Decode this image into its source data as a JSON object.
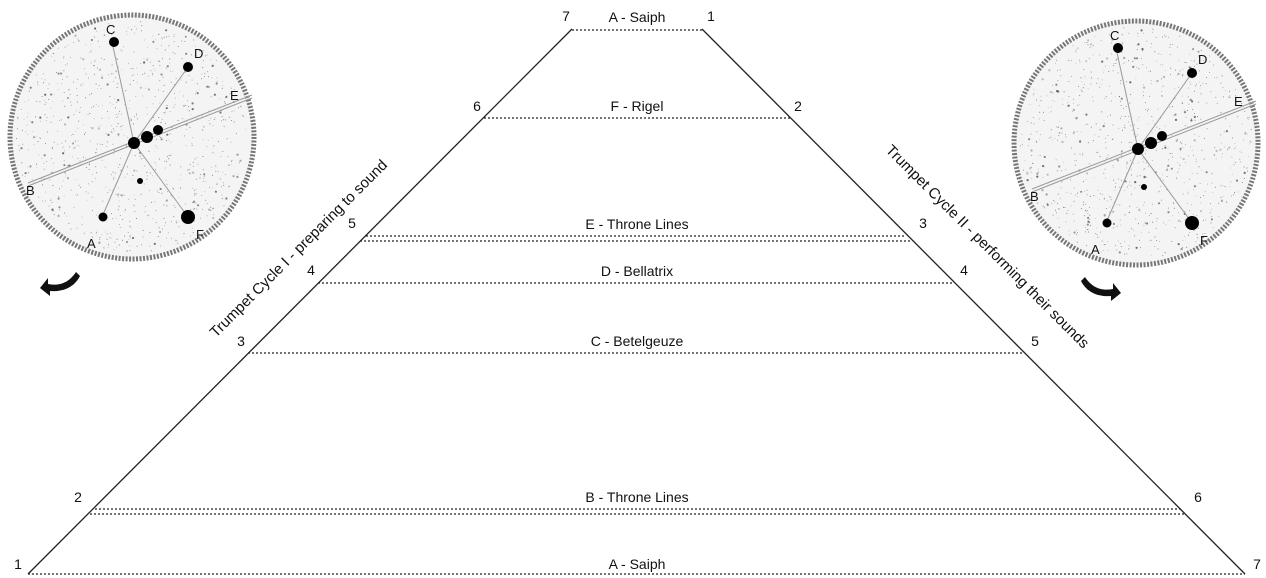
{
  "pyramid": {
    "levels": [
      {
        "label": "A - Saiph",
        "left_number": "7",
        "right_number": "1"
      },
      {
        "label": "F - Rigel",
        "left_number": "6",
        "right_number": "2"
      },
      {
        "label": "E - Throne Lines",
        "left_number": "5",
        "right_number": "3"
      },
      {
        "label": "D - Bellatrix",
        "left_number": "4",
        "right_number": "4"
      },
      {
        "label": "C - Betelgeuze",
        "left_number": "3",
        "right_number": "5"
      },
      {
        "label": "B - Throne Lines",
        "left_number": "2",
        "right_number": "6"
      },
      {
        "label": "A - Saiph",
        "left_number": "1",
        "right_number": "7"
      }
    ]
  },
  "left_side_label": "Trumpet Cycle I - preparing to sound",
  "right_side_label": "Trumpet Cycle II - performing their sounds",
  "star_maps": {
    "left": {
      "stars": [
        "A",
        "B",
        "C",
        "D",
        "E",
        "F"
      ],
      "arrow": "curved-arrow-counterclockwise"
    },
    "right": {
      "stars": [
        "A",
        "B",
        "C",
        "D",
        "E",
        "F"
      ],
      "arrow": "curved-arrow-clockwise"
    }
  }
}
